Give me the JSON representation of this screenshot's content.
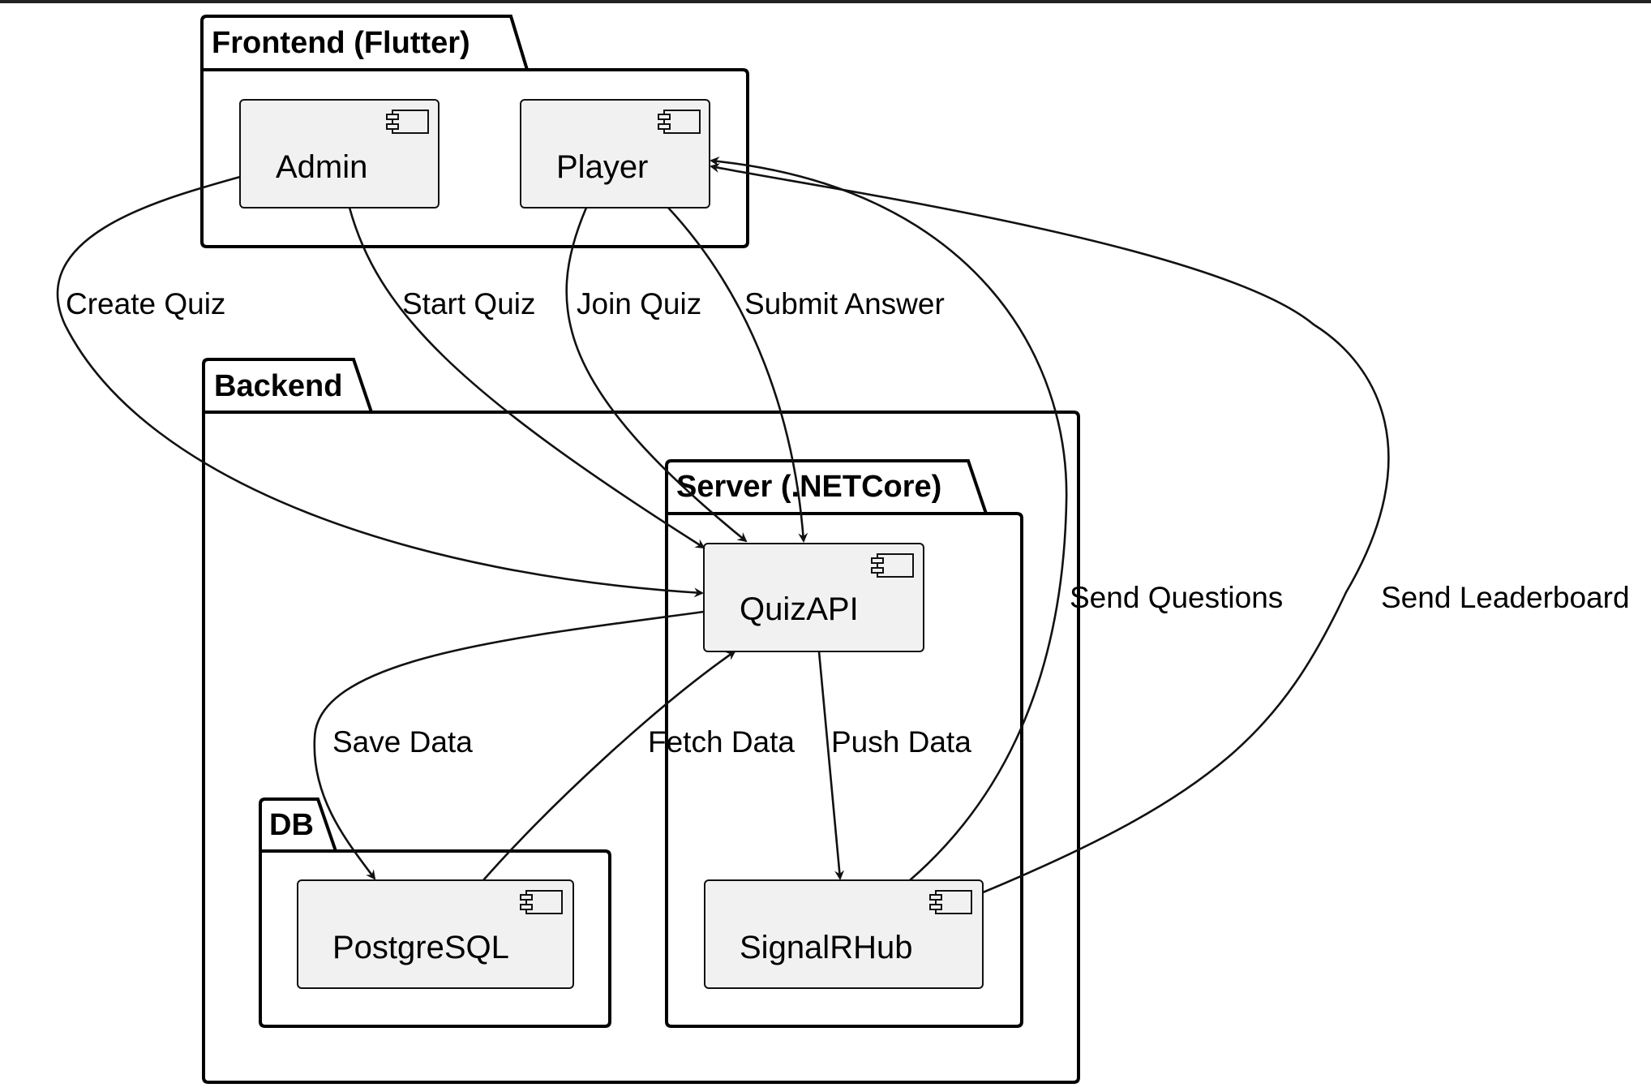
{
  "diagram": {
    "packages": {
      "frontend": {
        "title": "Frontend (Flutter)"
      },
      "backend": {
        "title": "Backend"
      },
      "server": {
        "title": "Server (.NETCore)"
      },
      "db": {
        "title": "DB"
      }
    },
    "components": {
      "admin": {
        "label": "Admin"
      },
      "player": {
        "label": "Player"
      },
      "quizapi": {
        "label": "QuizAPI"
      },
      "postgresql": {
        "label": "PostgreSQL"
      },
      "signalrhub": {
        "label": "SignalRHub"
      }
    },
    "edges": {
      "create_quiz": {
        "label": "Create Quiz",
        "from": "Admin",
        "to": "QuizAPI"
      },
      "start_quiz": {
        "label": "Start Quiz",
        "from": "Admin",
        "to": "QuizAPI"
      },
      "join_quiz": {
        "label": "Join Quiz",
        "from": "Player",
        "to": "QuizAPI"
      },
      "submit_answer": {
        "label": "Submit Answer",
        "from": "Player",
        "to": "QuizAPI"
      },
      "send_questions": {
        "label": "Send Questions",
        "from": "SignalRHub",
        "to": "Player"
      },
      "send_leaderboard": {
        "label": "Send Leaderboard",
        "from": "SignalRHub",
        "to": "Player"
      },
      "save_data": {
        "label": "Save Data",
        "from": "QuizAPI",
        "to": "PostgreSQL"
      },
      "fetch_data": {
        "label": "Fetch Data",
        "from": "PostgreSQL",
        "to": "QuizAPI"
      },
      "push_data": {
        "label": "Push Data",
        "from": "QuizAPI",
        "to": "SignalRHub"
      }
    }
  }
}
